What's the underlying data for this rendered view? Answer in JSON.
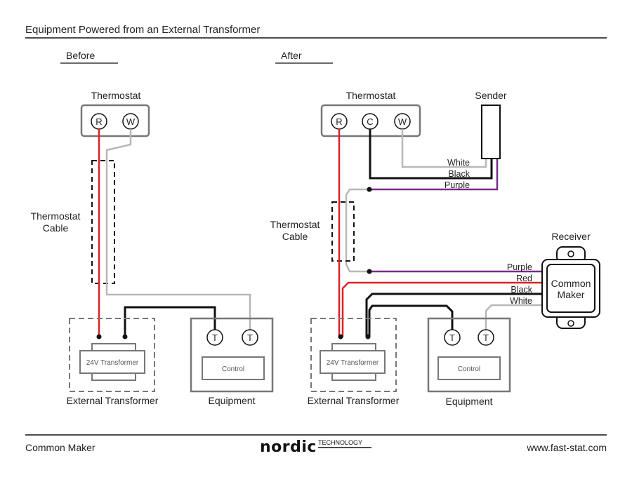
{
  "header": {
    "title": "Equipment Powered from an External Transformer"
  },
  "before": {
    "heading": "Before",
    "thermostat": {
      "label": "Thermostat",
      "terminals": [
        "R",
        "W"
      ]
    },
    "cable_label": [
      "Thermostat",
      "Cable"
    ],
    "transformer": {
      "inner": "24V Transformer",
      "label": "External Transformer"
    },
    "equipment": {
      "terminals": [
        "T",
        "T"
      ],
      "control": "Control",
      "label": "Equipment"
    }
  },
  "after": {
    "heading": "After",
    "thermostat": {
      "label": "Thermostat",
      "terminals": [
        "R",
        "C",
        "W"
      ]
    },
    "sender": {
      "label": "Sender"
    },
    "sender_wires": [
      "White",
      "Black",
      "Purple"
    ],
    "cable_label": [
      "Thermostat",
      "Cable"
    ],
    "receiver": {
      "label": "Receiver",
      "inner": [
        "Common",
        "Maker"
      ]
    },
    "receiver_wires": [
      "Purple",
      "Red",
      "Black",
      "White"
    ],
    "transformer": {
      "inner": "24V Transformer",
      "label": "External Transformer"
    },
    "equipment": {
      "terminals": [
        "T",
        "T"
      ],
      "control": "Control",
      "label": "Equipment"
    }
  },
  "footer": {
    "left": "Common Maker",
    "logo": {
      "main": "nordic",
      "sub": "TECHNOLOGY"
    },
    "right": "www.fast-stat.com"
  },
  "colors": {
    "red": "#e02027",
    "black": "#111111",
    "gray": "#b8b8b8",
    "purple": "#7b2a8a",
    "box": "#777777"
  }
}
